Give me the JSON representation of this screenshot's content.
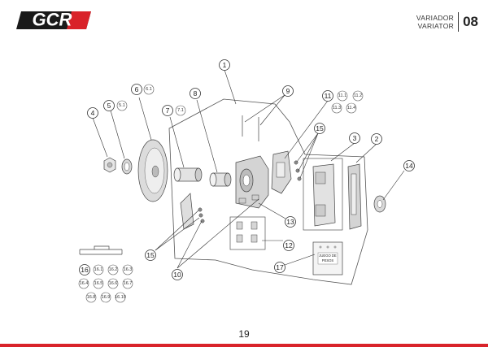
{
  "header": {
    "logo": "GCR",
    "section_title_es": "VARIADOR",
    "section_title_en": "VARIATOR",
    "section_number": "08"
  },
  "parts": {
    "p1": "1",
    "p2": "2",
    "p3": "3",
    "p4": "4",
    "p5": "5",
    "p5_1": "5.1",
    "p6": "6",
    "p6_1": "6.1",
    "p7": "7",
    "p7_1": "7.1",
    "p8": "8",
    "p9": "9",
    "p10": "10",
    "p11": "11",
    "p11_1": "11.1",
    "p11_2": "11.2",
    "p11_3": "11.3",
    "p11_4": "11.4",
    "p12": "12",
    "p13": "13",
    "p14": "14",
    "p15a": "15",
    "p15b": "15",
    "p16": "16",
    "p16_1": "16.1",
    "p16_2": "16.2",
    "p16_3": "16.3",
    "p16_4": "16.4",
    "p16_5": "16.5",
    "p16_6": "16.6",
    "p16_7": "16.7",
    "p16_8": "16.8",
    "p16_9": "16.9",
    "p16_10": "16.10",
    "p17": "17"
  },
  "bag_label": {
    "line1": "JUEGO DE",
    "line2": "PESOS"
  },
  "footer": {
    "page_number": "19"
  },
  "colors": {
    "brand_red": "#d9232a",
    "brand_black": "#1a1a1a"
  }
}
